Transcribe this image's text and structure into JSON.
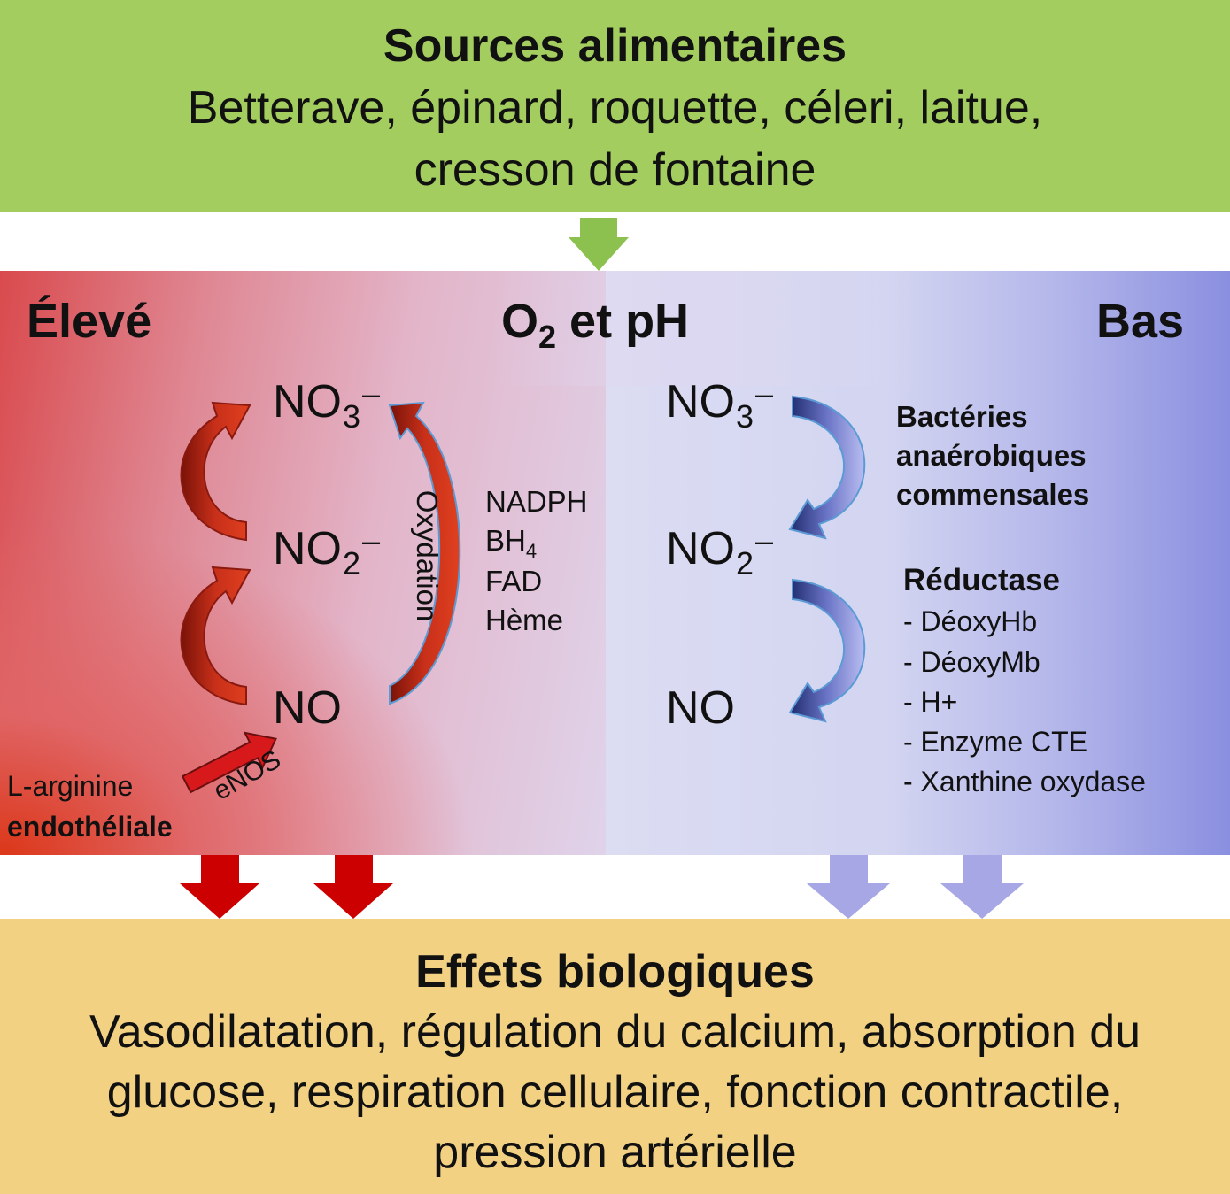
{
  "sources": {
    "title": "Sources alimentaires",
    "line1": "Betterave, épinard, roquette, céleri, laitue,",
    "line2": "cresson de fontaine"
  },
  "gradient_header": {
    "left": "Élevé",
    "center_o": "O",
    "center_sub": "2",
    "center_rest": " et pH",
    "right": "Bas"
  },
  "left_cycle": {
    "no3_base": "NO",
    "no3_sub": "3",
    "no3_sup": "–",
    "no2_base": "NO",
    "no2_sub": "2",
    "no2_sup": "–",
    "no": "NO",
    "oxidation_label": "Oxydation",
    "cofactors": {
      "nadph": "NADPH",
      "bh_base": "BH",
      "bh_sub": "4",
      "fad": "FAD",
      "heme": "Hème"
    },
    "arginine_line1": "L-arginine",
    "arginine_line2": "endothéliale",
    "enos": "eNOS"
  },
  "right_cycle": {
    "no3_base": "NO",
    "no3_sub": "3",
    "no3_sup": "–",
    "no2_base": "NO",
    "no2_sub": "2",
    "no2_sup": "–",
    "no": "NO",
    "bacteria": [
      "Bactéries",
      "anaérobiques",
      "commensales"
    ],
    "reductase_title": "Réductase",
    "reductase_items": [
      "- DéoxyHb",
      "- DéoxyMb",
      "- H+",
      "- Enzyme CTE",
      "- Xanthine oxydase"
    ]
  },
  "effects": {
    "title": "Effets biologiques",
    "line1": "Vasodilatation, régulation du calcium, absorption du",
    "line2": "glucose, respiration cellulaire, fonction contractile,",
    "line3": "pression artérielle"
  },
  "colors": {
    "green_box": "#a3cd5f",
    "yellow_box": "#f2d183",
    "red_arrow": "#d7191c",
    "blue_arrow": "#a7a7e6",
    "left_gradient_red": "#d94a4d",
    "right_gradient_blue": "#8a8fe0"
  },
  "icons": {
    "down_arrow": "down-arrow-icon",
    "curved_arrow": "curved-arrow-icon"
  }
}
